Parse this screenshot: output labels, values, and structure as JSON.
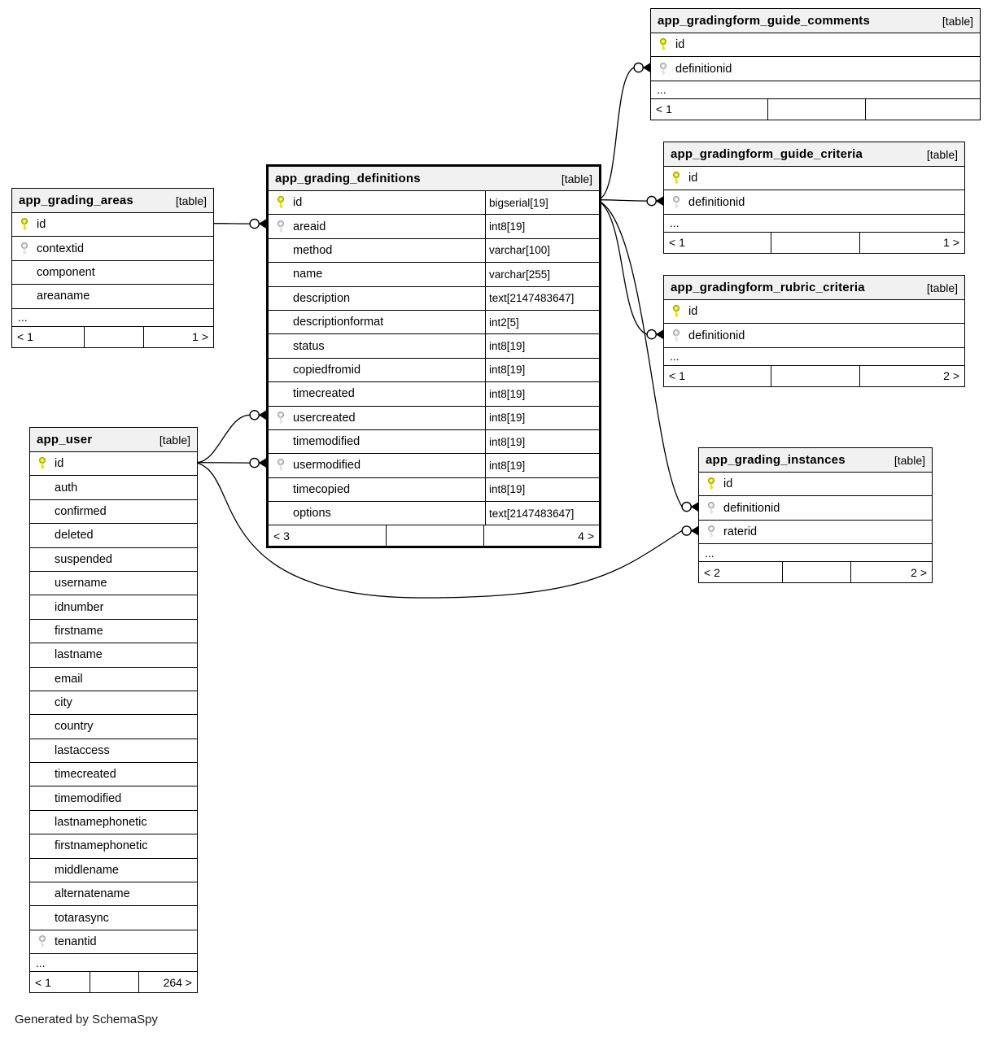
{
  "diagram": {
    "footer_note": "Generated by SchemaSpy",
    "colors": {
      "pk_key_fill": "#e6e600",
      "pk_key_stroke": "#97a000",
      "fk_key_fill": "#e2e2e2",
      "fk_key_stroke": "#9d9d9d",
      "header_bg": "#f1f1f1",
      "line": "#000000"
    },
    "tables": [
      {
        "name": "app_gradingform_guide_comments",
        "tag": "[table]",
        "columns": [
          {
            "name": "id",
            "key": "pk"
          },
          {
            "name": "definitionid",
            "key": "fk"
          }
        ],
        "ellipsis": "...",
        "footer": {
          "left": "< 1",
          "center": "",
          "right": ""
        }
      },
      {
        "name": "app_gradingform_guide_criteria",
        "tag": "[table]",
        "columns": [
          {
            "name": "id",
            "key": "pk"
          },
          {
            "name": "definitionid",
            "key": "fk"
          }
        ],
        "ellipsis": "...",
        "footer": {
          "left": "< 1",
          "center": "",
          "right": "1 >"
        }
      },
      {
        "name": "app_gradingform_rubric_criteria",
        "tag": "[table]",
        "columns": [
          {
            "name": "id",
            "key": "pk"
          },
          {
            "name": "definitionid",
            "key": "fk"
          }
        ],
        "ellipsis": "...",
        "footer": {
          "left": "< 1",
          "center": "",
          "right": "2 >"
        }
      },
      {
        "name": "app_grading_definitions",
        "tag": "[table]",
        "columns": [
          {
            "name": "id",
            "key": "pk",
            "type": "bigserial[19]"
          },
          {
            "name": "areaid",
            "key": "fk",
            "type": "int8[19]"
          },
          {
            "name": "method",
            "type": "varchar[100]"
          },
          {
            "name": "name",
            "type": "varchar[255]"
          },
          {
            "name": "description",
            "type": "text[2147483647]"
          },
          {
            "name": "descriptionformat",
            "type": "int2[5]"
          },
          {
            "name": "status",
            "type": "int8[19]"
          },
          {
            "name": "copiedfromid",
            "type": "int8[19]"
          },
          {
            "name": "timecreated",
            "type": "int8[19]"
          },
          {
            "name": "usercreated",
            "key": "fk",
            "type": "int8[19]"
          },
          {
            "name": "timemodified",
            "type": "int8[19]"
          },
          {
            "name": "usermodified",
            "key": "fk",
            "type": "int8[19]"
          },
          {
            "name": "timecopied",
            "type": "int8[19]"
          },
          {
            "name": "options",
            "type": "text[2147483647]"
          }
        ],
        "footer": {
          "left": "< 3",
          "center": "",
          "right": "4 >"
        }
      },
      {
        "name": "app_grading_areas",
        "tag": "[table]",
        "columns": [
          {
            "name": "id",
            "key": "pk"
          },
          {
            "name": "contextid",
            "key": "fk"
          },
          {
            "name": "component"
          },
          {
            "name": "areaname"
          }
        ],
        "ellipsis": "...",
        "footer": {
          "left": "< 1",
          "center": "",
          "right": "1 >"
        }
      },
      {
        "name": "app_user",
        "tag": "[table]",
        "columns": [
          {
            "name": "id",
            "key": "pk"
          },
          {
            "name": "auth"
          },
          {
            "name": "confirmed"
          },
          {
            "name": "deleted"
          },
          {
            "name": "suspended"
          },
          {
            "name": "username"
          },
          {
            "name": "idnumber"
          },
          {
            "name": "firstname"
          },
          {
            "name": "lastname"
          },
          {
            "name": "email"
          },
          {
            "name": "city"
          },
          {
            "name": "country"
          },
          {
            "name": "lastaccess"
          },
          {
            "name": "timecreated"
          },
          {
            "name": "timemodified"
          },
          {
            "name": "lastnamephonetic"
          },
          {
            "name": "firstnamephonetic"
          },
          {
            "name": "middlename"
          },
          {
            "name": "alternatename"
          },
          {
            "name": "totarasync"
          },
          {
            "name": "tenantid",
            "key": "fk"
          }
        ],
        "ellipsis": "...",
        "footer": {
          "left": "< 1",
          "center": "",
          "right": "264 >"
        }
      },
      {
        "name": "app_grading_instances",
        "tag": "[table]",
        "columns": [
          {
            "name": "id",
            "key": "pk"
          },
          {
            "name": "definitionid",
            "key": "fk"
          },
          {
            "name": "raterid",
            "key": "fk"
          }
        ],
        "ellipsis": "...",
        "footer": {
          "left": "< 2",
          "center": "",
          "right": "2 >"
        }
      }
    ],
    "relationships": [
      {
        "from": "app_grading_areas.id",
        "to": "app_grading_definitions.areaid"
      },
      {
        "from": "app_user.id",
        "to": "app_grading_definitions.usercreated"
      },
      {
        "from": "app_user.id",
        "to": "app_grading_definitions.usermodified"
      },
      {
        "from": "app_user.id",
        "to": "app_grading_instances.raterid"
      },
      {
        "from": "app_grading_definitions.id",
        "to": "app_gradingform_guide_comments.definitionid"
      },
      {
        "from": "app_grading_definitions.id",
        "to": "app_gradingform_guide_criteria.definitionid"
      },
      {
        "from": "app_grading_definitions.id",
        "to": "app_gradingform_rubric_criteria.definitionid"
      },
      {
        "from": "app_grading_definitions.id",
        "to": "app_grading_instances.definitionid"
      }
    ]
  }
}
